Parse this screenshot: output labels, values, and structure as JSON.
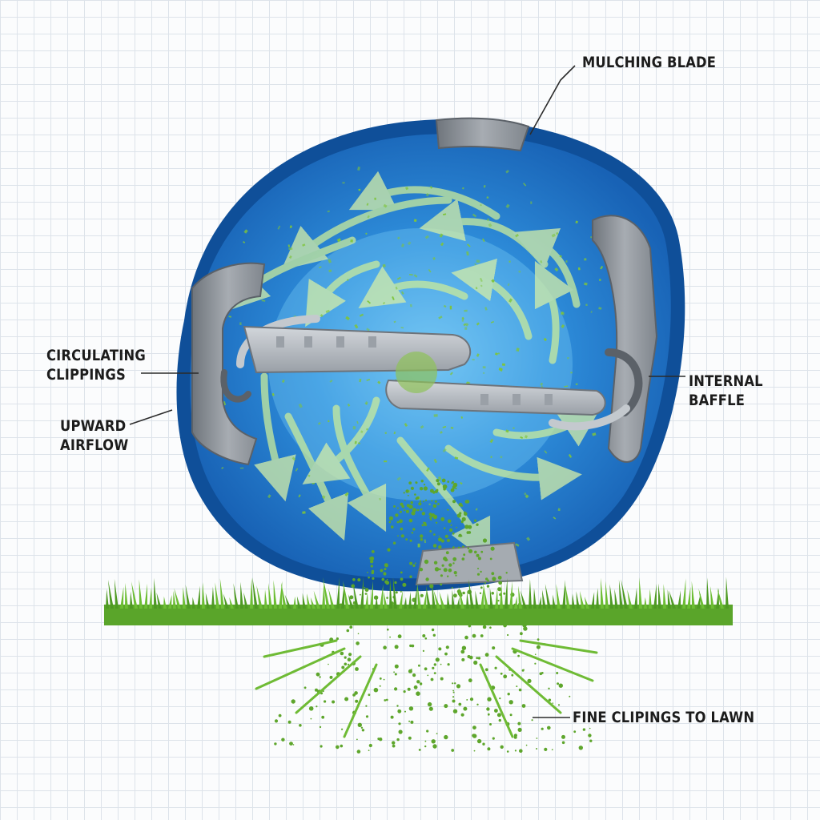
{
  "labels": {
    "mulching_blade": "MULCHING BLADE",
    "circulating_clippings": [
      "CIRCULATING",
      "CLIPPINGS"
    ],
    "upward_airflow": [
      "UPWARD",
      "AIRFLOW"
    ],
    "internal_baffle": [
      "INTERNAL",
      "BAFFLE"
    ],
    "fine_clippings": "FINE CLIPINGS TO LAWN"
  },
  "colors": {
    "deck_blue": "#1f6fc4",
    "deck_rim": "#0d4c93",
    "baffle_grey": "#8e949b",
    "blade_grey": "#b4b9bf",
    "grass_green": "#5aa52a",
    "swirl_green": "#c7e89a"
  }
}
